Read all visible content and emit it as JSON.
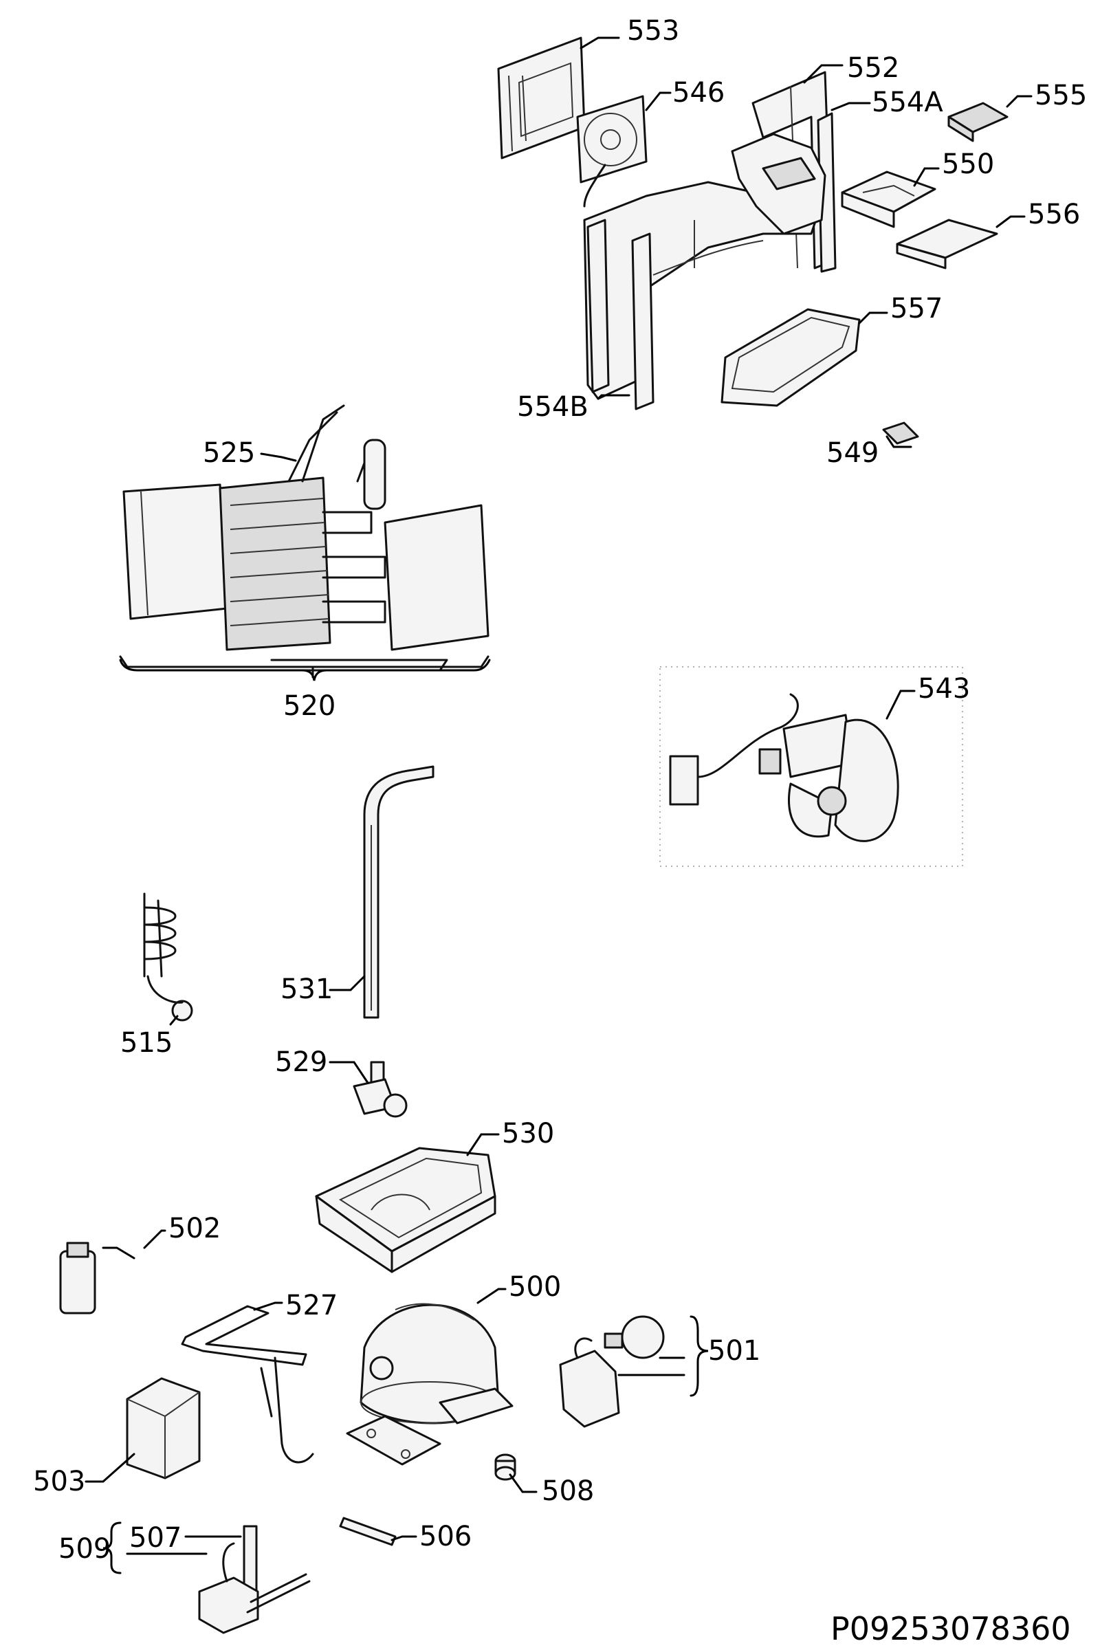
{
  "labels": {
    "p500": "500",
    "p501": "501",
    "p502": "502",
    "p503": "503",
    "p506": "506",
    "p507": "507",
    "p508": "508",
    "p509": "509",
    "p515": "515",
    "p520": "520",
    "p525": "525",
    "p527": "527",
    "p529": "529",
    "p530": "530",
    "p531": "531",
    "p543": "543",
    "p546": "546",
    "p549": "549",
    "p550": "550",
    "p552": "552",
    "p553": "553",
    "p554A": "554A",
    "p554B": "554B",
    "p555": "555",
    "p556": "556",
    "p557": "557"
  },
  "reference_code": "P09253078360"
}
